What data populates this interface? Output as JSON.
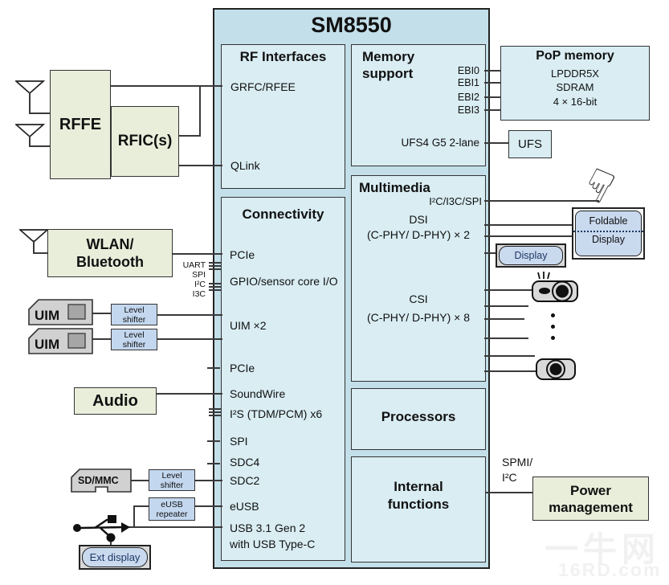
{
  "chip": {
    "title": "SM8550"
  },
  "sec": {
    "rf": {
      "title": "RF Interfaces",
      "grfc": "GRFC/RFEE",
      "qlink": "QLink"
    },
    "mem": {
      "title": "Memory support",
      "ebi0": "EBI0",
      "ebi1": "EBI1",
      "ebi2": "EBI2",
      "ebi3": "EBI3",
      "ufs": "UFS4 G5 2-lane"
    },
    "conn": {
      "title": "Connectivity",
      "pcie1": "PCIe",
      "gpio": "GPIO/sensor core I/O",
      "uim": "UIM ×2",
      "pcie2": "PCIe",
      "soundwire": "SoundWire",
      "i2s": "I²S (TDM/PCM) x6",
      "spi": "SPI",
      "sdc4": "SDC4",
      "sdc2": "SDC2",
      "eusb": "eUSB",
      "usb1": "USB 3.1 Gen 2",
      "usb2": "with USB Type-C"
    },
    "mm": {
      "title": "Multimedia",
      "touch": "I²C/I3C/SPI",
      "dsi": "DSI",
      "dsi_phy": "(C-PHY/ D-PHY) × 2",
      "csi": "CSI",
      "csi_phy": "(C-PHY/ D-PHY) × 8"
    },
    "proc": {
      "title": "Processors"
    },
    "internal": {
      "title": "Internal functions"
    }
  },
  "ext": {
    "rffe": "RFFE",
    "rfic": "RFIC(s)",
    "wlan": "WLAN/ Bluetooth",
    "uim": "UIM",
    "level_shifter": "Level shifter",
    "audio": "Audio",
    "sdmmc": "SD/MMC",
    "eusb_repeater": "eUSB repeater",
    "ext_display": "Ext display",
    "pop": {
      "title": "PoP memory",
      "line1": "LPDDR5X",
      "line2": "SDRAM",
      "line3": "4 × 16-bit"
    },
    "ufs": "UFS",
    "display": "Display",
    "foldable": {
      "line1": "Foldable",
      "line2": "Display"
    },
    "power": "Power management",
    "spmi": {
      "line1": "SPMI/",
      "line2": "I²C"
    },
    "bus": {
      "uart": "UART",
      "spi": "SPI",
      "i2c": "I²C",
      "i3c": "I3C"
    }
  },
  "icons": {
    "pointing_finger": "☟"
  },
  "watermark": {
    "line1": "一牛网",
    "line2": "16RD.com"
  },
  "colors": {
    "chip_fill": "#c3dfe9",
    "section_fill": "#d9edf3",
    "peripheral_green": "#e9eedb",
    "peripheral_blue": "#c3d7ee",
    "card_gray": "#d1d1d1",
    "wire": "#3a3a3a",
    "display_text": "#1f3864"
  }
}
